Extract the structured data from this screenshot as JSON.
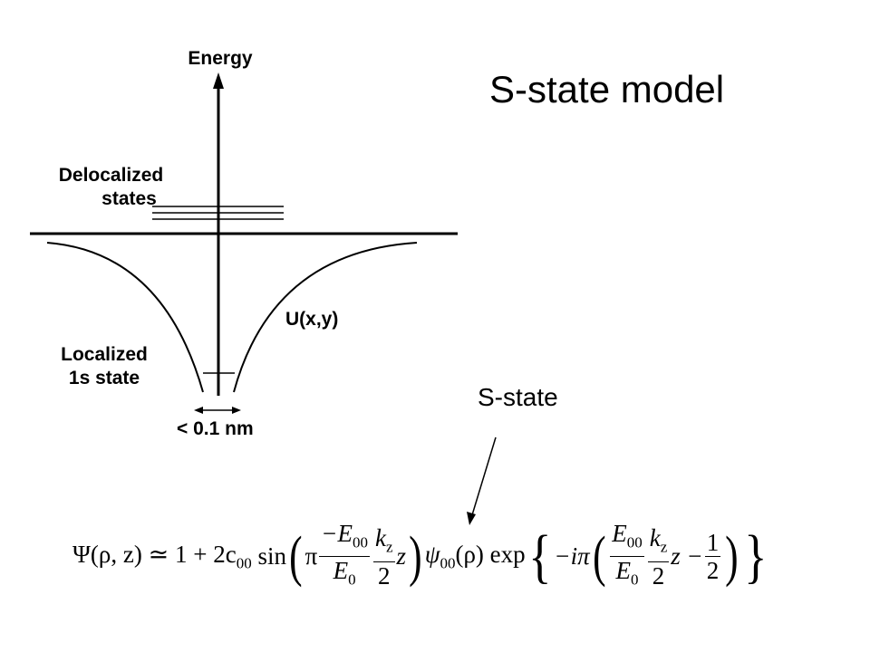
{
  "title": "S-state model",
  "labels": {
    "energy": "Energy",
    "delocalized_line1": "Delocalized",
    "delocalized_line2": "states",
    "potential": "U(x,y)",
    "localized_line1": "Localized",
    "localized_line2": "1s state",
    "width": "< 0.1 nm",
    "sstate": "S-state"
  },
  "equation": {
    "lhs": "Ψ(ρ, z) ≃ 1 + 2c",
    "lhs_sub": "00",
    "sin": "sin",
    "pi": "π",
    "frac1_num": "−E",
    "frac1_num_sub": "00",
    "frac1_den": "E",
    "frac1_den_sub": "0",
    "frac2_num": "k",
    "frac2_num_sub": "z",
    "frac2_den": "2",
    "z": "z",
    "psi": "ψ",
    "psi_sub": "00",
    "psi_arg": "(ρ) exp",
    "minus_i_pi": "−iπ",
    "frac3_num": "E",
    "frac3_num_sub": "00",
    "frac3_den": "E",
    "frac3_den_sub": "0",
    "frac4_num": "k",
    "frac4_num_sub": "z",
    "frac4_den": "2",
    "z_minus": "z −",
    "frac5_num": "1",
    "frac5_den": "2"
  },
  "colors": {
    "stroke": "#000000",
    "background": "#ffffff"
  }
}
